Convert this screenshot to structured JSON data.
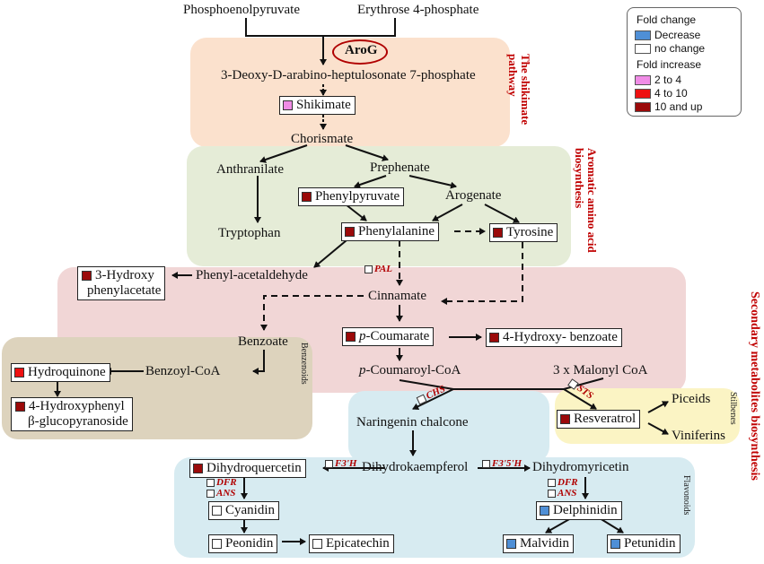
{
  "colors": {
    "decrease": "#4f8fd6",
    "no_change": "#ffffff",
    "inc_2_4": "#f08ce6",
    "inc_4_10": "#ee1111",
    "inc_10_up": "#9b0a0a",
    "region_shikimate": "#fbe1cd",
    "region_aromatic": "#e5ecd7",
    "region_secondary": "#f1d6d6",
    "region_benzenoids": "#ddd3bd",
    "region_flavonoids": "#d7ebf1",
    "region_stilbenes": "#fbf4c4"
  },
  "legend": {
    "title_fold_change": "Fold change",
    "decrease": "Decrease",
    "no_change": "no change",
    "title_fold_increase": "Fold increase",
    "inc_2_4": "2 to 4",
    "inc_4_10": "4 to 10",
    "inc_10_up": "10 and up"
  },
  "section_labels": {
    "shikimate": "The shikimate pathway",
    "aromatic": "Aromatic amino acid biosynthesis",
    "secondary": "Secondary metabolites biosynthesis",
    "benzenoids": "Benzenoids",
    "stilbenes": "Stilbenes",
    "flavonoids": "Flavonoids"
  },
  "compounds": {
    "pep": "Phosphoenolpyruvate",
    "e4p": "Erythrose 4-phosphate",
    "dahp": "3-Deoxy-D-arabino-heptulosonate 7-phosphate",
    "shikimate": "Shikimate",
    "chorismate": "Chorismate",
    "anthranilate": "Anthranilate",
    "prephenate": "Prephenate",
    "tryptophan": "Tryptophan",
    "phenylpyruvate": "Phenylpyruvate",
    "arogenate": "Arogenate",
    "phenylalanine": "Phenylalanine",
    "tyrosine": "Tyrosine",
    "phenylacetaldehyde": "Phenyl-acetaldehyde",
    "hydroxyphenylacetate_1": "3-Hydroxy",
    "hydroxyphenylacetate_2": "phenylacetate",
    "cinnamate": "Cinnamate",
    "benzoate": "Benzoate",
    "p_coumarate_it": "p",
    "p_coumarate_rest": "-Coumarate",
    "hydroxybenzoate": "4-Hydroxy- benzoate",
    "hydroquinone": "Hydroquinone",
    "benzoyl_coa": "Benzoyl-CoA",
    "p_coumaroyl_it": "p",
    "p_coumaroyl_rest": "-Coumaroyl-CoA",
    "malonyl": "3 x Malonyl CoA",
    "hpg_1": "4-Hydroxyphenyl",
    "hpg_2": "β-glucopyranoside",
    "naringenin_chalcone": "Naringenin chalcone",
    "resveratrol": "Resveratrol",
    "piceids": "Piceids",
    "viniferins": "Viniferins",
    "dihydroquercetin": "Dihydroquercetin",
    "dihydrokaempferol": "Dihydrokaempferol",
    "dihydromyricetin": "Dihydromyricetin",
    "cyanidin": "Cyanidin",
    "delphinidin": "Delphinidin",
    "peonidin": "Peonidin",
    "epicatechin": "Epicatechin",
    "malvidin": "Malvidin",
    "petunidin": "Petunidin"
  },
  "enzymes": {
    "arog": "AroG",
    "pal": "PAL",
    "chs": "CHS",
    "sts": "STS",
    "f3h": "F3'H",
    "f35h": "F3'5'H",
    "dfr": "DFR",
    "ans": "ANS"
  },
  "fold_change": {
    "shikimate": "2 to 4",
    "phenylpyruvate": "10 and up",
    "phenylalanine": "10 and up",
    "tyrosine": "10 and up",
    "hydroxyphenylacetate": "10 and up",
    "p_coumarate": "10 and up",
    "hydroxybenzoate": "10 and up",
    "hydroquinone": "4 to 10",
    "hpg": "10 and up",
    "resveratrol": "10 and up",
    "dihydroquercetin": "10 and up",
    "cyanidin": "no change",
    "peonidin": "no change",
    "epicatechin": "no change",
    "delphinidin": "Decrease",
    "malvidin": "Decrease",
    "petunidin": "Decrease",
    "pal": "no change",
    "chs": "no change",
    "sts": "no change",
    "f3h": "no change",
    "f35h": "no change",
    "dfr": "no change",
    "ans": "no change"
  }
}
